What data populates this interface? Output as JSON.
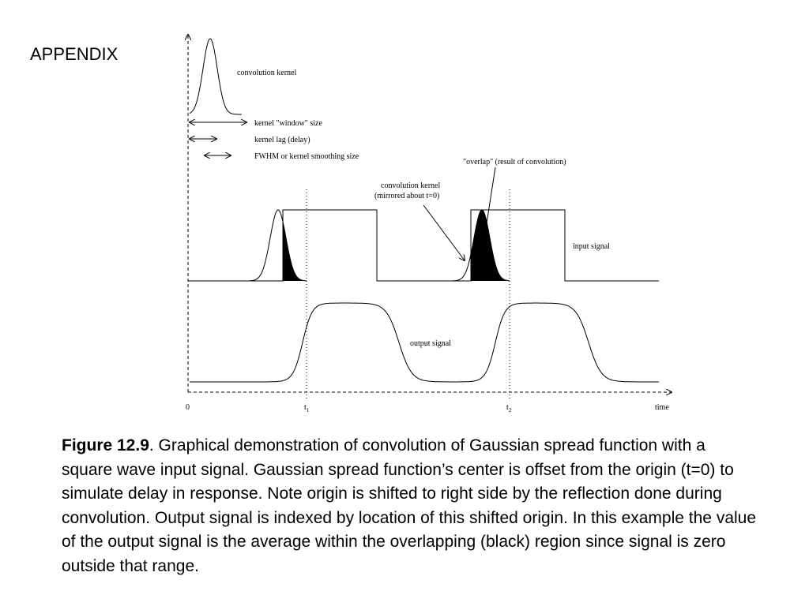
{
  "page": {
    "heading": "APPENDIX"
  },
  "diagram": {
    "labels": {
      "convolution_kernel": "convolution kernel",
      "kernel_window_size": "kernel \"window\" size",
      "kernel_lag": "kernel lag (delay)",
      "fwhm": "FWHM or kernel smoothing size",
      "overlap": "\"overlap\" (result of convolution)",
      "mirrored_kernel_line1": "convolution kernel",
      "mirrored_kernel_line2": "(mirrored about t=0)",
      "input_signal": "input signal",
      "output_signal": "output signal"
    },
    "axis": {
      "origin": "0",
      "t1_base": "t",
      "t1_sub": "1",
      "t2_base": "t",
      "t2_sub": "2",
      "time": "time"
    }
  },
  "caption": {
    "figure_label": "Figure 12.9",
    "text": ".  Graphical demonstration of convolution of Gaussian spread function with a square wave input signal. Gaussian spread function’s center is offset from the origin (t=0) to simulate delay in response.  Note origin is shifted to right side by the reflection done during convolution.  Output signal is indexed by location of this shifted origin.  In this example the value of the output signal is the average within the overlapping (black) region since signal is zero outside that range."
  }
}
